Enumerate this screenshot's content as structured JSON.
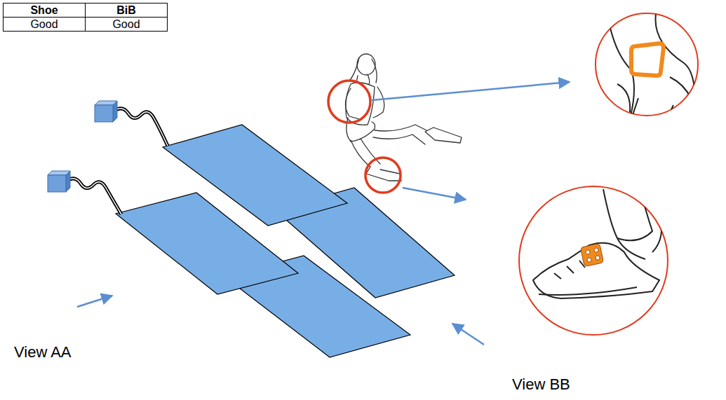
{
  "diagram": {
    "labels": [
      "Shoe",
      "BiB",
      "Good",
      "Good",
      "View AA",
      "View BB"
    ]
  }
}
